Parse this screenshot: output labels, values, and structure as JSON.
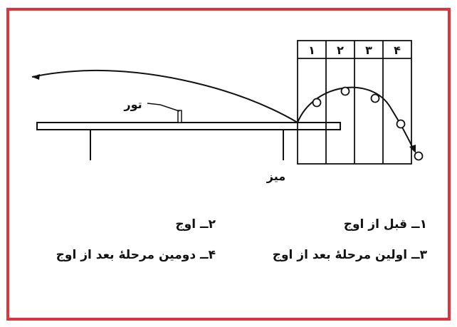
{
  "diagram": {
    "labels": {
      "net": "تور",
      "table": "میز"
    },
    "columns": [
      "۱",
      "۲",
      "۳",
      "۴"
    ],
    "captions": {
      "c1": "۱ــ قبل از اوج",
      "c2": "۲ــ اوج",
      "c3": "۳ــ اولین مرحلهٔ بعد از اوج",
      "c4": "۴ــ دومین مرحلهٔ بعد از اوج"
    }
  },
  "colors": {
    "frame": "#d9363e",
    "ink": "#111111",
    "background": "#ffffff"
  }
}
